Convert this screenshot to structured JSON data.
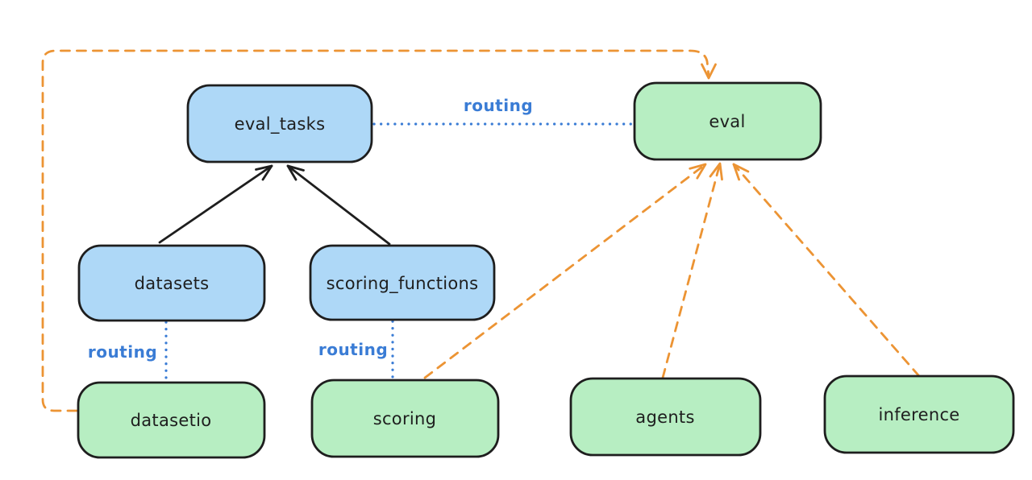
{
  "diagram": {
    "nodes": [
      {
        "id": "eval_tasks",
        "label": "eval_tasks",
        "fill": "blue"
      },
      {
        "id": "eval",
        "label": "eval",
        "fill": "green"
      },
      {
        "id": "datasets",
        "label": "datasets",
        "fill": "blue"
      },
      {
        "id": "scoring_functions",
        "label": "scoring_functions",
        "fill": "blue"
      },
      {
        "id": "datasetio",
        "label": "datasetio",
        "fill": "green"
      },
      {
        "id": "scoring",
        "label": "scoring",
        "fill": "green"
      },
      {
        "id": "agents",
        "label": "agents",
        "fill": "green"
      },
      {
        "id": "inference",
        "label": "inference",
        "fill": "green"
      }
    ],
    "edges": [
      {
        "from": "datasets",
        "to": "eval_tasks",
        "style": "solid-black-arrow",
        "label": ""
      },
      {
        "from": "scoring_functions",
        "to": "eval_tasks",
        "style": "solid-black-arrow",
        "label": ""
      },
      {
        "from": "eval_tasks",
        "to": "eval",
        "style": "dotted-blue",
        "label": "routing"
      },
      {
        "from": "datasets",
        "to": "datasetio",
        "style": "dotted-blue",
        "label": "routing"
      },
      {
        "from": "scoring_functions",
        "to": "scoring",
        "style": "dotted-blue",
        "label": "routing"
      },
      {
        "from": "datasetio",
        "to": "eval",
        "style": "dashed-orange-arrow",
        "label": ""
      },
      {
        "from": "scoring",
        "to": "eval",
        "style": "dashed-orange-arrow",
        "label": ""
      },
      {
        "from": "agents",
        "to": "eval",
        "style": "dashed-orange-arrow",
        "label": ""
      },
      {
        "from": "inference",
        "to": "eval",
        "style": "dashed-orange-arrow",
        "label": ""
      }
    ]
  },
  "colors": {
    "background": "#ffffff",
    "node_stroke": "#1e1e1e",
    "blue_fill": "#aed8f7",
    "green_fill": "#b7eec2",
    "routing_blue": "#3a7cd5",
    "orange": "#ec9434"
  }
}
